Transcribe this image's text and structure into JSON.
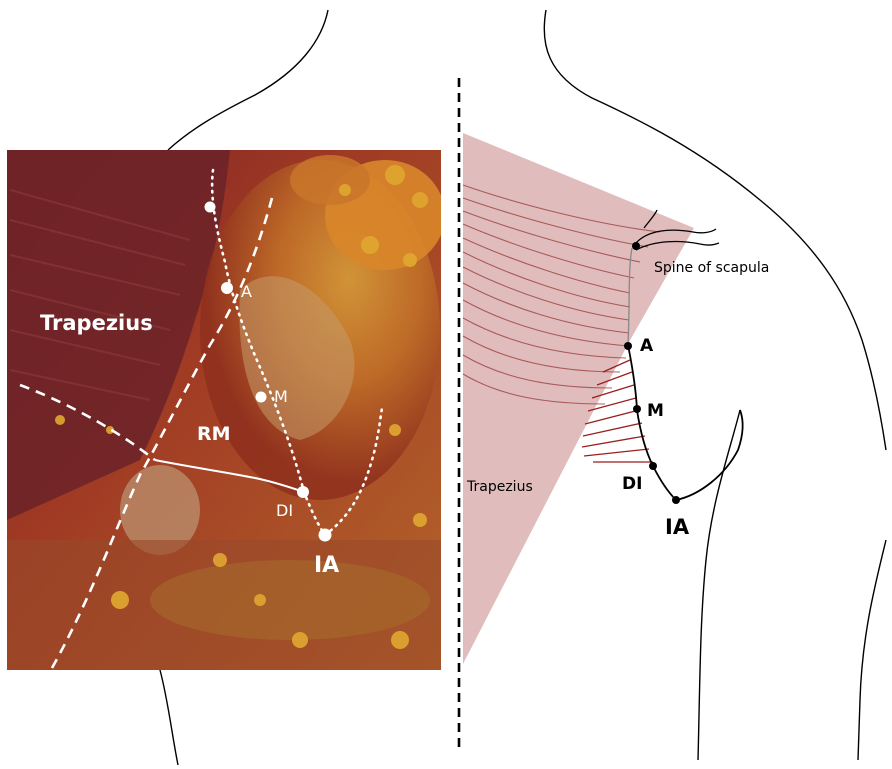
{
  "photo_panel": {
    "labels": {
      "trapezius": "Trapezius",
      "rm": "RM",
      "a": "A",
      "m": "M",
      "di": "DI",
      "ia": "IA"
    }
  },
  "schematic_panel": {
    "labels": {
      "spine_of_scapula": "Spine of scapula",
      "a": "A",
      "m": "M",
      "di": "DI",
      "ia": "IA",
      "trapezius": "Trapezius"
    }
  },
  "colors": {
    "trapezius_fill": "#dcb0b0",
    "muscle_fiber": "#a04848",
    "rhomboid_fiber": "#9a1f1f",
    "outline": "#000000",
    "photo_marker": "#ffffff"
  }
}
